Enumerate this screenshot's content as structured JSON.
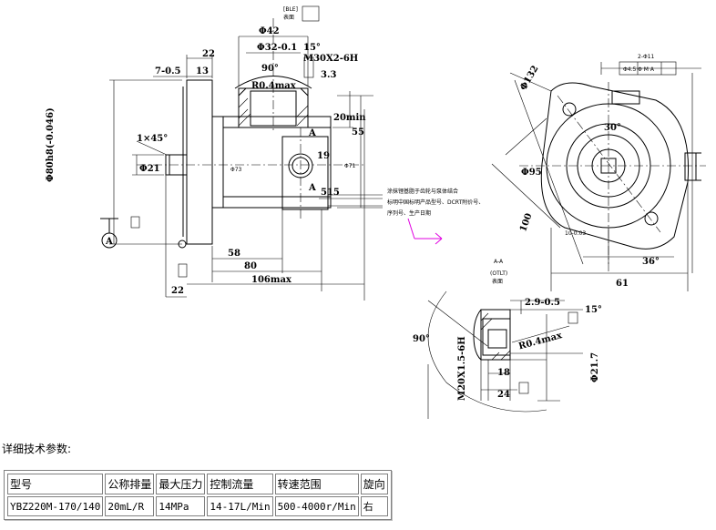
{
  "drawing": {
    "notes": {
      "top_note": "[BLE]\n表面",
      "section_title": "A-A",
      "section_sub": "(OTLT)\n表面",
      "pos_mark": "2-Φ11",
      "tol_box": "Φ4.5 Φ M A"
    },
    "annotations": {
      "note1": "涂抹锂基脂于齿轮与泵体结合",
      "note2": "标明中国标明产品型号、DCRT附价号、",
      "note3": "序列号、生产日期"
    },
    "dims": {
      "d42": "Φ42",
      "d32": "Φ32-0.1",
      "m30": "M30X2-6H",
      "a15": "15°",
      "a90": "90°",
      "r04": "R0.4max",
      "d33": "3.3",
      "d20": "20min",
      "d22": "22",
      "d13": "13",
      "d7": "7-0.5",
      "chamfer": "1×45°",
      "d21": "Φ21",
      "d80": "Φ80h8(-0.046)",
      "d55": "55",
      "d73": "Φ73",
      "d71": "Φ71",
      "d19": "19",
      "d515": "515",
      "d58": "58",
      "d80b": "80",
      "d106": "106max",
      "d22b": "22",
      "d132": "Φ132",
      "d30deg": "30°",
      "d95": "Φ95",
      "d100": "100",
      "d10": "10-0.03",
      "d36": "36°",
      "d61": "61",
      "d29": "2.9-0.5",
      "d15b": "15°",
      "r04b": "R0.4max",
      "d90b": "90°",
      "d18": "18",
      "d24": "24",
      "d217": "Φ21.7",
      "m20": "M20X1.5-6H",
      "datumA": "A",
      "labelA1": "A",
      "labelA2": "A"
    }
  },
  "caption": "详细技术参数:",
  "table": {
    "headers": [
      "型号",
      "公称排量",
      "最大压力",
      "控制流量",
      "转速范围",
      "旋向"
    ],
    "rows": [
      [
        "YBZ220M-170/140",
        "20mL/R",
        "14MPa",
        "14-17L/Min",
        "500-4000r/Min",
        "右"
      ]
    ]
  }
}
